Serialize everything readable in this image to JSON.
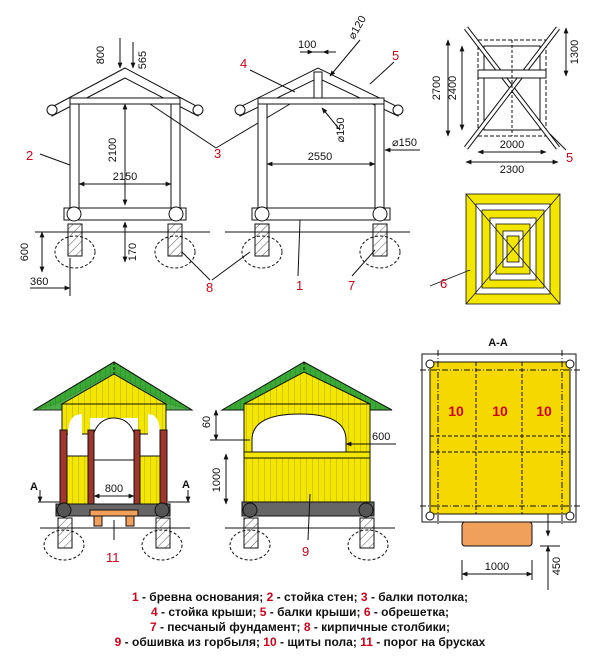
{
  "dims": {
    "d800": "800",
    "d565": "565",
    "d2100": "2100",
    "d2150": "2150",
    "d600": "600",
    "d170": "170",
    "d360": "360",
    "d100": "100",
    "d120": "⌀120",
    "d150a": "⌀150",
    "d150b": "⌀150",
    "d2550": "2550",
    "d2700": "2700",
    "d2400": "2400",
    "d1300": "1300",
    "d2000": "2000",
    "d2300": "2300",
    "d60": "60",
    "d600b": "600",
    "d800b": "800",
    "d1000": "1000",
    "d1000b": "1000",
    "d450": "450"
  },
  "callouts": {
    "c1": "1",
    "c2": "2",
    "c3": "3",
    "c4": "4",
    "c5a": "5",
    "c5b": "5",
    "c6": "6",
    "c7": "7",
    "c8": "8",
    "c9": "9",
    "c11": "11",
    "f1": "10",
    "f2": "10",
    "f3": "10"
  },
  "section": {
    "title": "А-А",
    "a_left": "А",
    "a_right": "А"
  },
  "legend": [
    [
      {
        "n": "1",
        "t": " - бревна основания; "
      },
      {
        "n": "2",
        "t": " - стойка стен; "
      },
      {
        "n": "3",
        "t": " - балки потолка;"
      }
    ],
    [
      {
        "n": "4",
        "t": " - стойка крыши; "
      },
      {
        "n": "5",
        "t": " - балки крыши; "
      },
      {
        "n": "6",
        "t": " - обрешетка;"
      }
    ],
    [
      {
        "n": "7",
        "t": " - песчаный фундамент; "
      },
      {
        "n": "8",
        "t": " - кирпичные столбики;"
      }
    ],
    [
      {
        "n": "9",
        "t": " - обшивка из горбыля; "
      },
      {
        "n": "10",
        "t": " - щиты пола; "
      },
      {
        "n": "11",
        "t": " - порог на брусках"
      }
    ]
  ],
  "colors": {
    "roof_green": "#3aa935",
    "wall_yellow": "#f3e600",
    "post_red": "#a0352b",
    "floor_yellow": "#f5d800",
    "sill_orange": "#f0a05a"
  }
}
